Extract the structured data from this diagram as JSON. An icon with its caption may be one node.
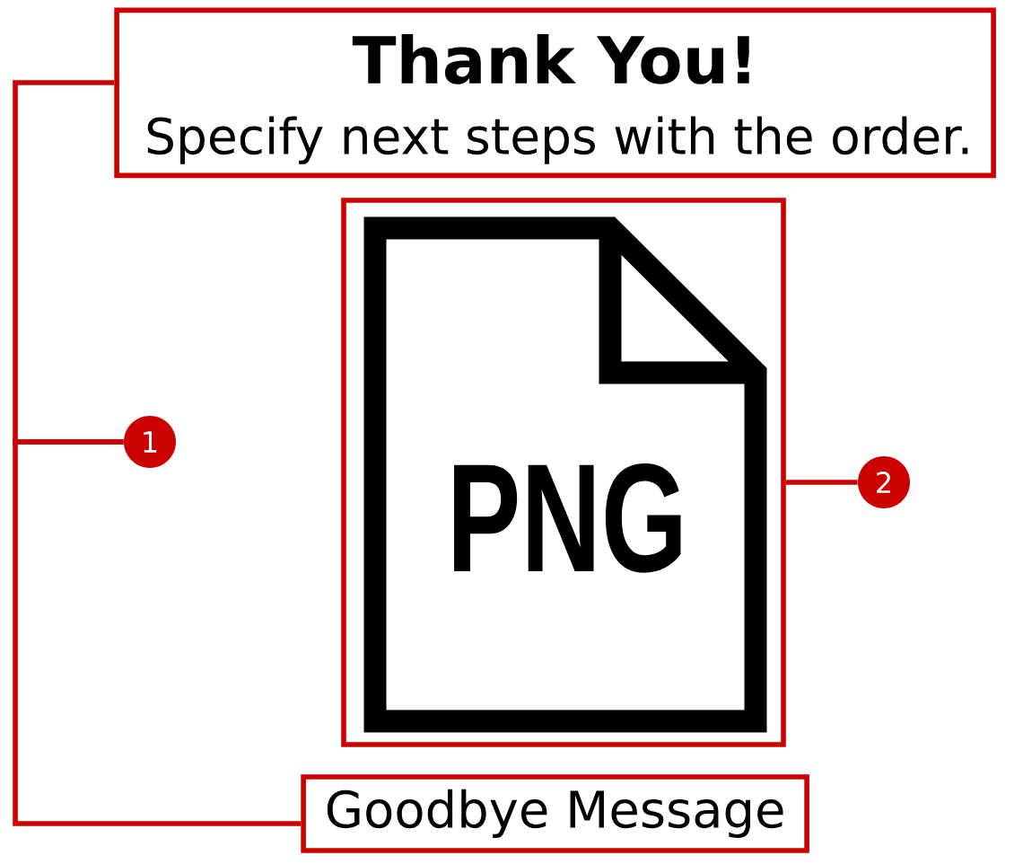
{
  "diagram": {
    "nodes": [
      {
        "text": [
          "Thank You!",
          "Specify next steps with the order."
        ]
      },
      {
        "text": [],
        "shape": "box"
      },
      {
        "text": [
          "PNG"
        ],
        "in": 1
      },
      {
        "text": [
          "1"
        ]
      },
      {
        "text": [
          "2"
        ]
      },
      {
        "text": [
          "Goodbye Message"
        ]
      }
    ],
    "edges": [
      {
        "from": 3,
        "to": 0,
        "arrow": "none"
      },
      {
        "from": 3,
        "to": 5,
        "arrow": "none"
      },
      {
        "from": 4,
        "to": 1,
        "arrow": "none"
      }
    ]
  }
}
